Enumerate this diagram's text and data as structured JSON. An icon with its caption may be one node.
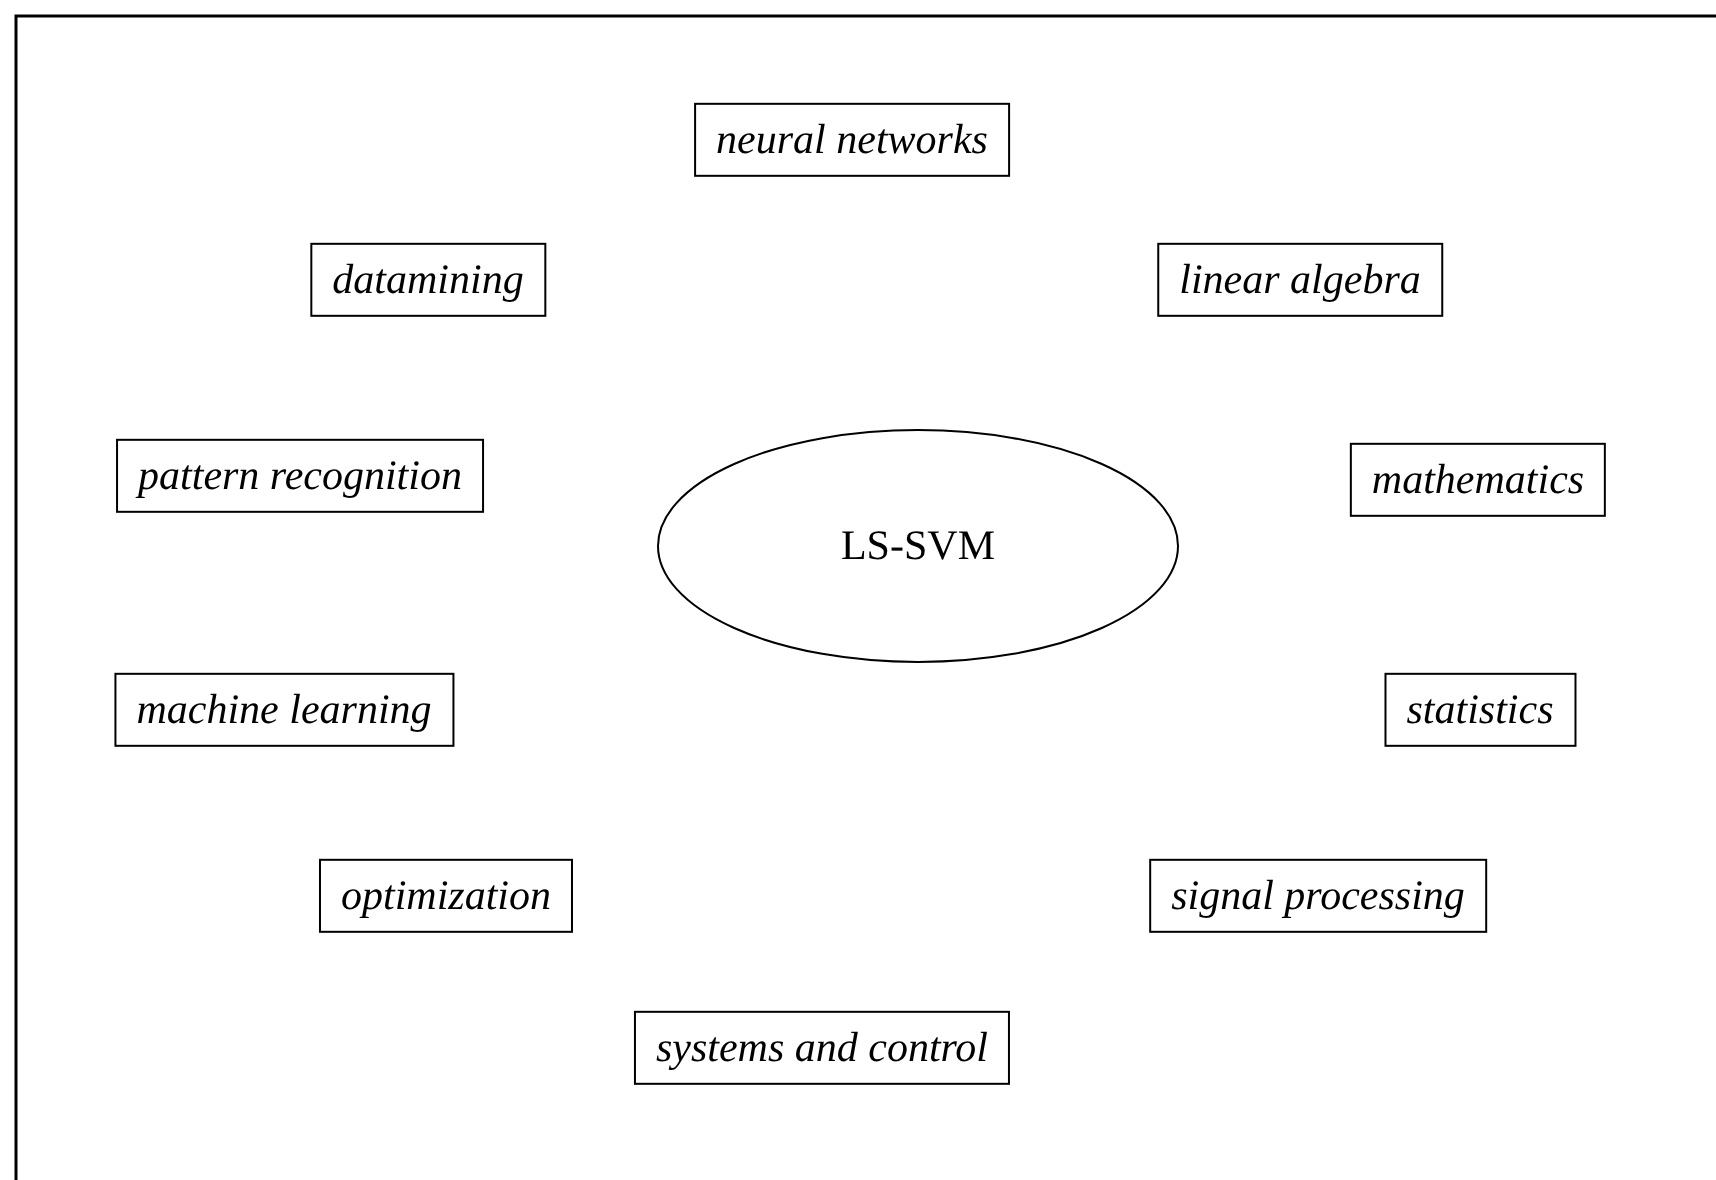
{
  "diagram": {
    "nodes": [
      {
        "text": [
          "neural networks"
        ]
      },
      {
        "text": [
          "datamining"
        ]
      },
      {
        "text": [
          "linear algebra"
        ]
      },
      {
        "text": [
          "pattern recognition"
        ]
      },
      {
        "text": [
          "LS-SVM"
        ]
      },
      {
        "text": [
          "mathematics"
        ]
      },
      {
        "text": [
          "machine learning"
        ]
      },
      {
        "text": [
          "statistics"
        ]
      },
      {
        "text": [
          "optimization"
        ]
      },
      {
        "text": [
          "signal processing"
        ]
      },
      {
        "text": [
          "systems and control"
        ]
      }
    ]
  }
}
